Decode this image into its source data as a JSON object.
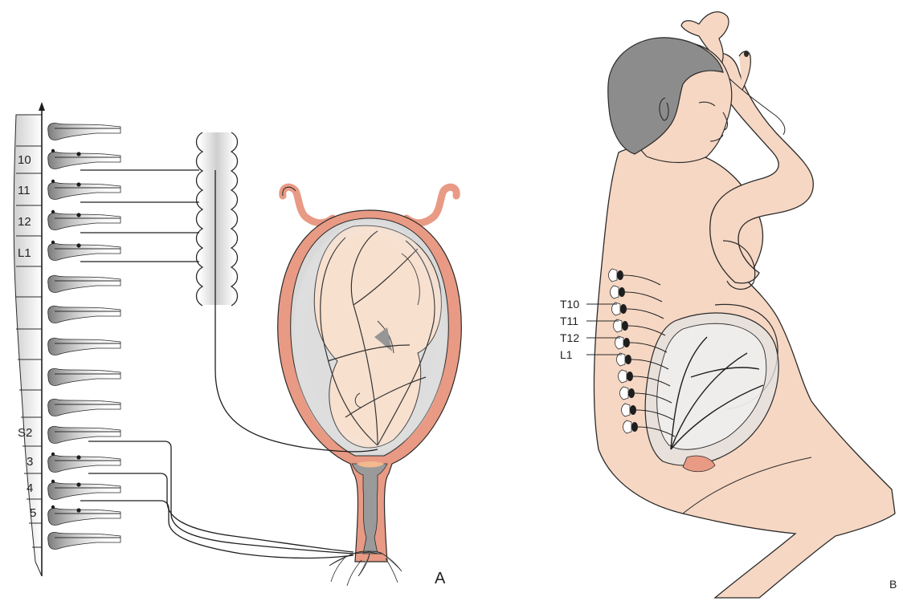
{
  "panel_a": {
    "segment_labels": [
      "10",
      "11",
      "12",
      "L1",
      "S2",
      "3",
      "4",
      "5"
    ],
    "panel_letter": "A"
  },
  "panel_b": {
    "level_labels": [
      "T10",
      "T11",
      "T12",
      "L1"
    ],
    "panel_letter": "B"
  },
  "colors": {
    "skin": "#f6d7c3",
    "skin_outline": "#2a2a2a",
    "uterus_wall": "#e89a84",
    "uterus_inner": "#d7d7d7",
    "fetus": "#f7dcc9",
    "hair": "#8c8c8c",
    "spine_gray": "#9a9a9a"
  }
}
